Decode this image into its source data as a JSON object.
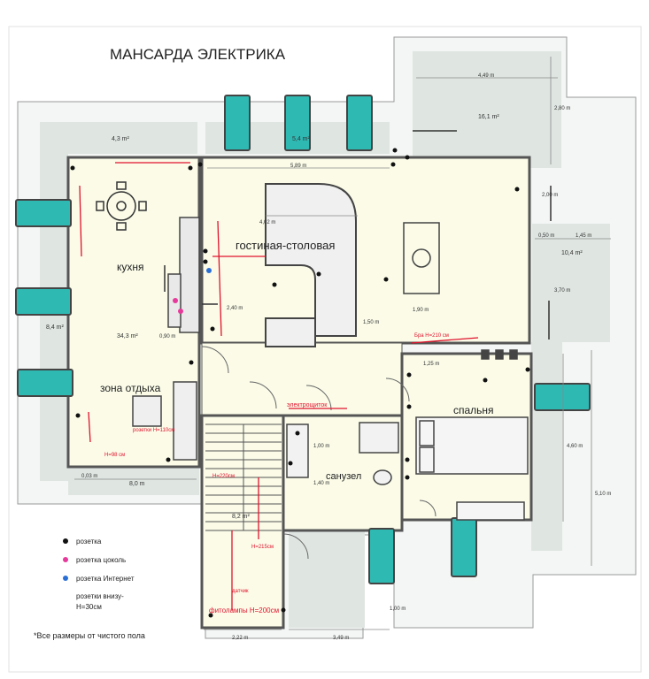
{
  "title": "МАНСАРДА ЭЛЕКТРИКА",
  "rooms": {
    "kitchen": "кухня",
    "living": "гостиная-столовая",
    "rest": "зона отдыха",
    "bedroom": "спальня",
    "bathroom": "санузел"
  },
  "areas": {
    "top_left": "4,3 m²",
    "top_mid": "5,4 m²",
    "terrace_top": "16,1 m²",
    "right": "10,4 m²",
    "left": "8,4 m²",
    "kitchen": "34,3 m²",
    "stairs": "8,2 m²"
  },
  "dimensions": {
    "living_width": "5,89 m",
    "sofa_width": "4,02 m",
    "terrace_width": "4,49 m",
    "terrace_height": "2,80 m",
    "right_w": "1,45 m",
    "right_h": "3,70 m",
    "bed_h": "4,60 m",
    "total_h": "5,10 m",
    "bottom_left": "8,0 m",
    "stairs_w": "2,22 m",
    "bath_w": "3,49 m",
    "window_h": "1,00 m",
    "small_125": "1,25 m",
    "v_240": "2,40 m",
    "v_200": "2,00 m",
    "v_190": "1,90 m",
    "v_140": "1,40 m",
    "v_100": "1,00 m",
    "v_150": "1,50 m",
    "v_090": "0,90 m",
    "gap_003": "0,03 m",
    "gap_050": "0,50 m"
  },
  "annotations": {
    "electric_panel": "электрощиток",
    "grow_lamps": "фитолампы H=200см",
    "h_220": "H=220см",
    "h_215": "H=215см",
    "sensor": "датчик",
    "h_kitchen": "H=98 см",
    "sockets_bed": "розетки H=110см",
    "sockets_sofa": "Бра H=210 см"
  },
  "legend": {
    "items": [
      {
        "label": "розетка",
        "color": "#111111"
      },
      {
        "label": "розетка цоколь",
        "color": "#e6399b"
      },
      {
        "label": "розетка Интернет",
        "color": "#2a6fd6"
      }
    ],
    "low_line1": "розетки внизу-",
    "low_line2": "H=30см"
  },
  "footnote": "*Все размеры от чистого пола",
  "colors": {
    "room": "#fbfbe8",
    "outer": "#dde4e0",
    "wall": "#555555",
    "window": "#2fb9b3",
    "annotation": "#e0122b"
  }
}
